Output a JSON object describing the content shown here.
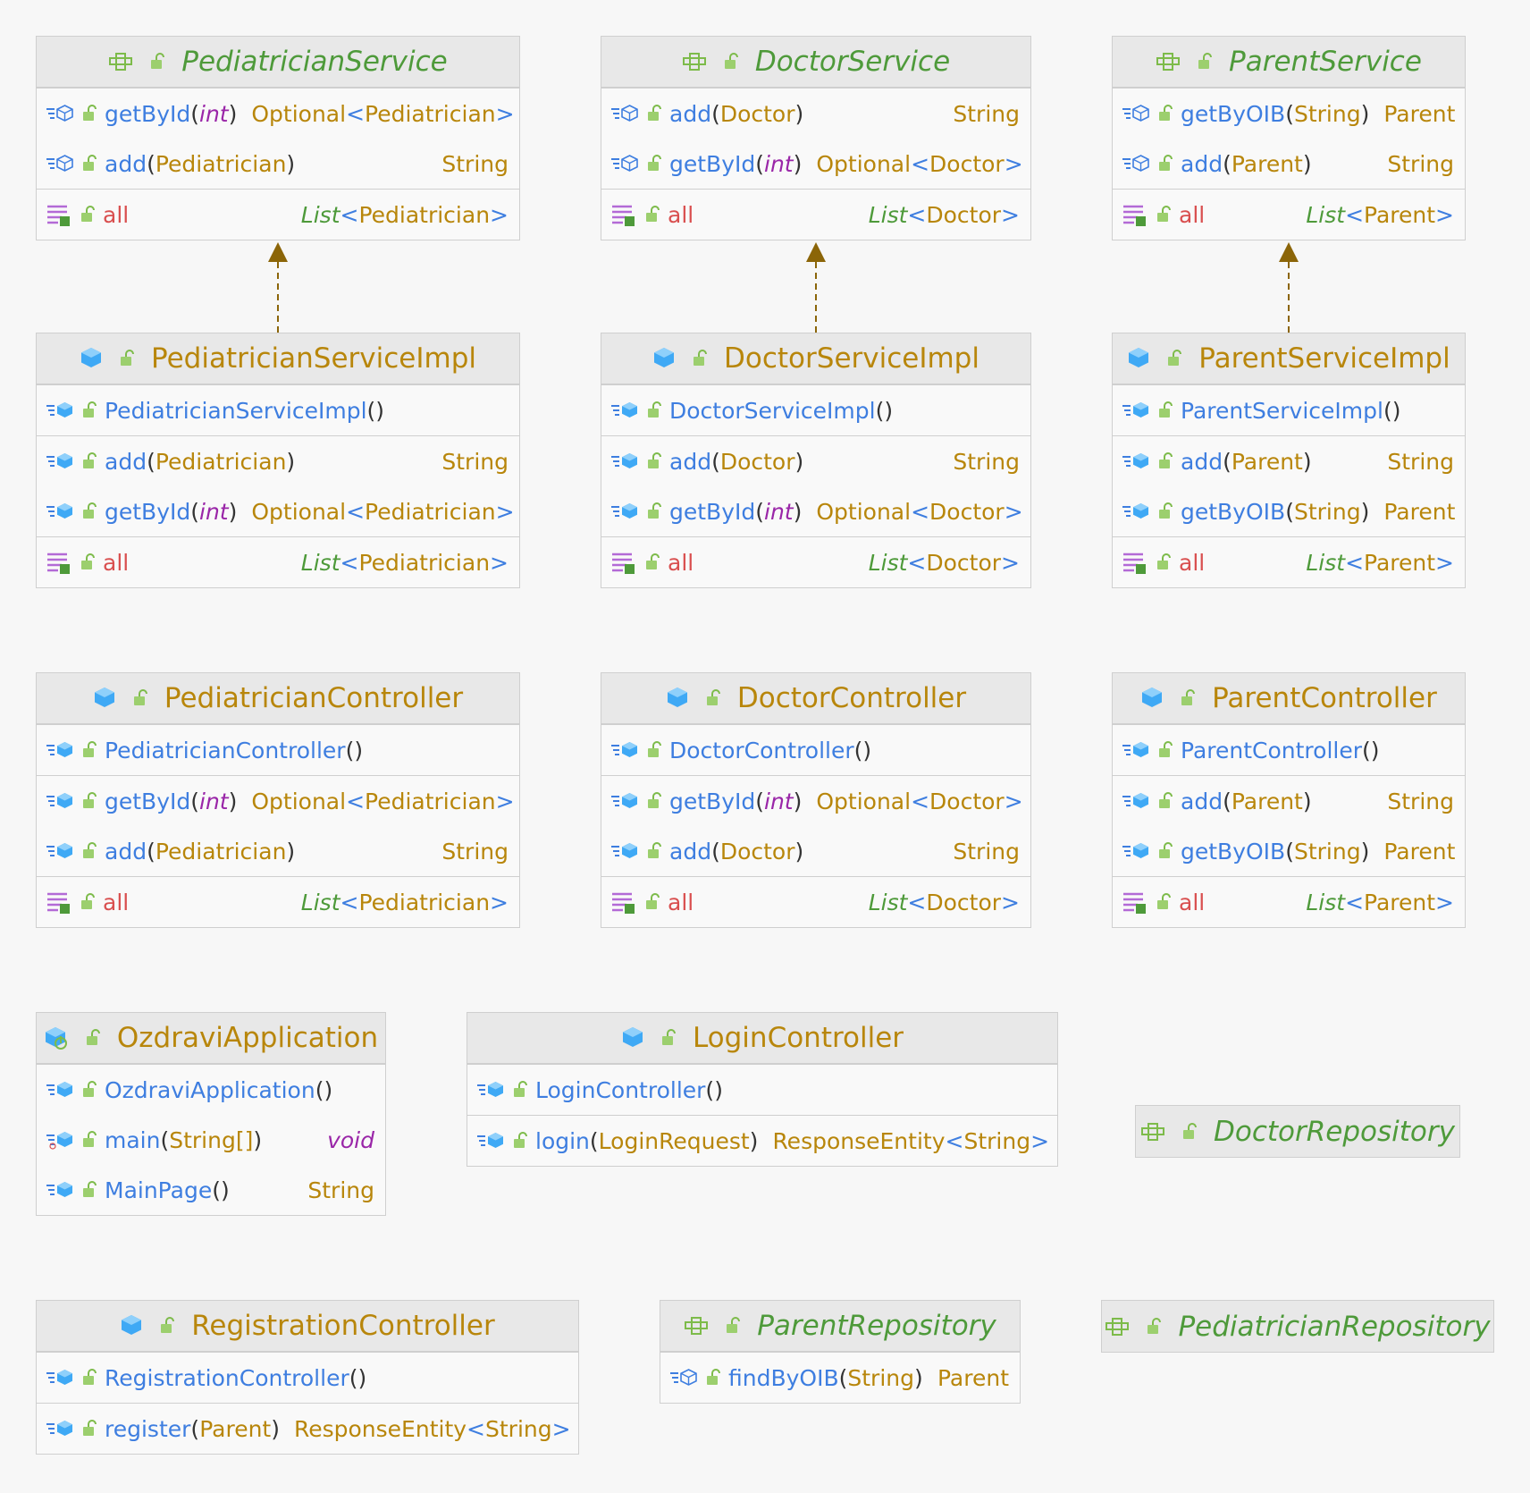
{
  "colors": {
    "class_name": "#b8860b",
    "interface_name": "#4e9a3a",
    "method_name": "#3e7ee0",
    "field_name": "#d94f4f",
    "param_type": "#b8860b",
    "primitive": "#9a26a8",
    "arrow": "#8b6508"
  },
  "boxes": [
    {
      "id": "pediatrician-service",
      "kind": "interface",
      "title": "PediatricianService",
      "sections": [
        [
          {
            "type": "method",
            "abstract": true,
            "name": "getById",
            "params": [
              {
                "text": "int",
                "style": "prim"
              }
            ],
            "ret": {
              "generic": "Optional",
              "arg": "Pediatrician"
            }
          },
          {
            "type": "method",
            "abstract": true,
            "name": "add",
            "params": [
              {
                "text": "Pediatrician",
                "style": "type"
              }
            ],
            "ret": {
              "text": "String"
            }
          }
        ],
        [
          {
            "type": "property",
            "name": "all",
            "ret": {
              "list": "List",
              "arg": "Pediatrician"
            }
          }
        ]
      ]
    },
    {
      "id": "doctor-service",
      "kind": "interface",
      "title": "DoctorService",
      "sections": [
        [
          {
            "type": "method",
            "abstract": true,
            "name": "add",
            "params": [
              {
                "text": "Doctor",
                "style": "type"
              }
            ],
            "ret": {
              "text": "String"
            }
          },
          {
            "type": "method",
            "abstract": true,
            "name": "getById",
            "params": [
              {
                "text": "int",
                "style": "prim"
              }
            ],
            "ret": {
              "generic": "Optional",
              "arg": "Doctor"
            }
          }
        ],
        [
          {
            "type": "property",
            "name": "all",
            "ret": {
              "list": "List",
              "arg": "Doctor"
            }
          }
        ]
      ]
    },
    {
      "id": "parent-service",
      "kind": "interface",
      "title": "ParentService",
      "sections": [
        [
          {
            "type": "method",
            "abstract": true,
            "name": "getByOIB",
            "params": [
              {
                "text": "String",
                "style": "type"
              }
            ],
            "ret": {
              "text": "Parent"
            }
          },
          {
            "type": "method",
            "abstract": true,
            "name": "add",
            "params": [
              {
                "text": "Parent",
                "style": "type"
              }
            ],
            "ret": {
              "text": "String"
            }
          }
        ],
        [
          {
            "type": "property",
            "name": "all",
            "ret": {
              "list": "List",
              "arg": "Parent"
            }
          }
        ]
      ]
    },
    {
      "id": "pediatrician-service-impl",
      "kind": "class",
      "title": "PediatricianServiceImpl",
      "sections": [
        [
          {
            "type": "method",
            "name": "PediatricianServiceImpl",
            "params": [],
            "ret": null
          }
        ],
        [
          {
            "type": "method",
            "name": "add",
            "params": [
              {
                "text": "Pediatrician",
                "style": "type"
              }
            ],
            "ret": {
              "text": "String"
            }
          },
          {
            "type": "method",
            "name": "getById",
            "params": [
              {
                "text": "int",
                "style": "prim"
              }
            ],
            "ret": {
              "generic": "Optional",
              "arg": "Pediatrician"
            }
          }
        ],
        [
          {
            "type": "property",
            "name": "all",
            "ret": {
              "list": "List",
              "arg": "Pediatrician"
            }
          }
        ]
      ]
    },
    {
      "id": "doctor-service-impl",
      "kind": "class",
      "title": "DoctorServiceImpl",
      "sections": [
        [
          {
            "type": "method",
            "name": "DoctorServiceImpl",
            "params": [],
            "ret": null
          }
        ],
        [
          {
            "type": "method",
            "name": "add",
            "params": [
              {
                "text": "Doctor",
                "style": "type"
              }
            ],
            "ret": {
              "text": "String"
            }
          },
          {
            "type": "method",
            "name": "getById",
            "params": [
              {
                "text": "int",
                "style": "prim"
              }
            ],
            "ret": {
              "generic": "Optional",
              "arg": "Doctor"
            }
          }
        ],
        [
          {
            "type": "property",
            "name": "all",
            "ret": {
              "list": "List",
              "arg": "Doctor"
            }
          }
        ]
      ]
    },
    {
      "id": "parent-service-impl",
      "kind": "class",
      "title": "ParentServiceImpl",
      "sections": [
        [
          {
            "type": "method",
            "name": "ParentServiceImpl",
            "params": [],
            "ret": null
          }
        ],
        [
          {
            "type": "method",
            "name": "add",
            "params": [
              {
                "text": "Parent",
                "style": "type"
              }
            ],
            "ret": {
              "text": "String"
            }
          },
          {
            "type": "method",
            "name": "getByOIB",
            "params": [
              {
                "text": "String",
                "style": "type"
              }
            ],
            "ret": {
              "text": "Parent"
            }
          }
        ],
        [
          {
            "type": "property",
            "name": "all",
            "ret": {
              "list": "List",
              "arg": "Parent"
            }
          }
        ]
      ]
    },
    {
      "id": "pediatrician-controller",
      "kind": "class",
      "title": "PediatricianController",
      "sections": [
        [
          {
            "type": "method",
            "name": "PediatricianController",
            "params": [],
            "ret": null
          }
        ],
        [
          {
            "type": "method",
            "name": "getById",
            "params": [
              {
                "text": "int",
                "style": "prim"
              }
            ],
            "ret": {
              "generic": "Optional",
              "arg": "Pediatrician"
            }
          },
          {
            "type": "method",
            "name": "add",
            "params": [
              {
                "text": "Pediatrician",
                "style": "type"
              }
            ],
            "ret": {
              "text": "String"
            }
          }
        ],
        [
          {
            "type": "property",
            "name": "all",
            "ret": {
              "list": "List",
              "arg": "Pediatrician"
            }
          }
        ]
      ]
    },
    {
      "id": "doctor-controller",
      "kind": "class",
      "title": "DoctorController",
      "sections": [
        [
          {
            "type": "method",
            "name": "DoctorController",
            "params": [],
            "ret": null
          }
        ],
        [
          {
            "type": "method",
            "name": "getById",
            "params": [
              {
                "text": "int",
                "style": "prim"
              }
            ],
            "ret": {
              "generic": "Optional",
              "arg": "Doctor"
            }
          },
          {
            "type": "method",
            "name": "add",
            "params": [
              {
                "text": "Doctor",
                "style": "type"
              }
            ],
            "ret": {
              "text": "String"
            }
          }
        ],
        [
          {
            "type": "property",
            "name": "all",
            "ret": {
              "list": "List",
              "arg": "Doctor"
            }
          }
        ]
      ]
    },
    {
      "id": "parent-controller",
      "kind": "class",
      "title": "ParentController",
      "sections": [
        [
          {
            "type": "method",
            "name": "ParentController",
            "params": [],
            "ret": null
          }
        ],
        [
          {
            "type": "method",
            "name": "add",
            "params": [
              {
                "text": "Parent",
                "style": "type"
              }
            ],
            "ret": {
              "text": "String"
            }
          },
          {
            "type": "method",
            "name": "getByOIB",
            "params": [
              {
                "text": "String",
                "style": "type"
              }
            ],
            "ret": {
              "text": "Parent"
            }
          }
        ],
        [
          {
            "type": "property",
            "name": "all",
            "ret": {
              "list": "List",
              "arg": "Parent"
            }
          }
        ]
      ]
    },
    {
      "id": "ozdravi-application",
      "kind": "appclass",
      "title": "OzdraviApplication",
      "sections": [
        [
          {
            "type": "method",
            "name": "OzdraviApplication",
            "params": [],
            "ret": null
          },
          {
            "type": "method",
            "static": true,
            "name": "main",
            "params": [
              {
                "text": "String[]",
                "style": "type"
              }
            ],
            "ret": {
              "void": "void"
            }
          },
          {
            "type": "method",
            "name": "MainPage",
            "params": [],
            "ret": {
              "text": "String"
            }
          }
        ]
      ]
    },
    {
      "id": "login-controller",
      "kind": "class",
      "title": "LoginController",
      "sections": [
        [
          {
            "type": "method",
            "name": "LoginController",
            "params": [],
            "ret": null
          }
        ],
        [
          {
            "type": "method",
            "name": "login",
            "params": [
              {
                "text": "LoginRequest",
                "style": "type"
              }
            ],
            "ret": {
              "generic": "ResponseEntity",
              "arg": "String"
            }
          }
        ]
      ]
    },
    {
      "id": "doctor-repository",
      "kind": "interface",
      "title": "DoctorRepository",
      "sections": []
    },
    {
      "id": "registration-controller",
      "kind": "class",
      "title": "RegistrationController",
      "sections": [
        [
          {
            "type": "method",
            "name": "RegistrationController",
            "params": [],
            "ret": null
          }
        ],
        [
          {
            "type": "method",
            "name": "register",
            "params": [
              {
                "text": "Parent",
                "style": "type"
              }
            ],
            "ret": {
              "generic": "ResponseEntity",
              "arg": "String"
            }
          }
        ]
      ]
    },
    {
      "id": "parent-repository",
      "kind": "interface",
      "title": "ParentRepository",
      "sections": [
        [
          {
            "type": "method",
            "abstract": true,
            "name": "findByOIB",
            "params": [
              {
                "text": "String",
                "style": "type"
              }
            ],
            "ret": {
              "text": "Parent"
            }
          }
        ]
      ]
    },
    {
      "id": "pediatrician-repository",
      "kind": "interface",
      "title": "PediatricianRepository",
      "sections": []
    }
  ],
  "relations": [
    {
      "type": "implements",
      "from": "pediatrician-service-impl",
      "to": "pediatrician-service"
    },
    {
      "type": "implements",
      "from": "doctor-service-impl",
      "to": "doctor-service"
    },
    {
      "type": "implements",
      "from": "parent-service-impl",
      "to": "parent-service"
    }
  ]
}
